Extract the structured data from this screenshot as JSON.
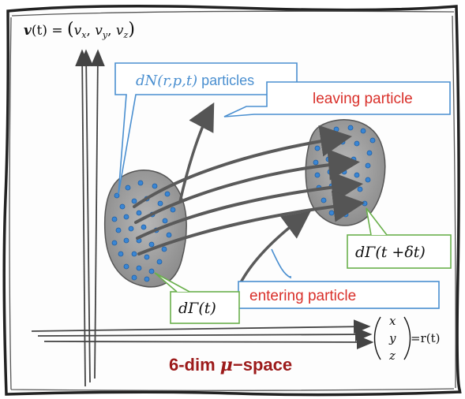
{
  "velocity_axis_label": "v(t) = (v_x, v_y, v_z)",
  "velocity_label": {
    "bold_v": "v",
    "paren_t": "(t) = ",
    "open": "(",
    "vx": "v",
    "vx_sub": "x",
    "comma1": ", ",
    "vy": "v",
    "vy_sub": "y",
    "comma2": ", ",
    "vz": "v",
    "vz_sub": "z",
    "close": ")"
  },
  "position_label": {
    "x": "x",
    "y": "y",
    "z": "z",
    "equals": "=r(t)"
  },
  "callouts": {
    "particles": {
      "math": "dN(r,p,t)",
      "text": " particles",
      "color": "#4a8fd0"
    },
    "leaving": {
      "text": "leaving particle",
      "color": "#d9302a"
    },
    "entering": {
      "text": "entering particle",
      "color": "#d9302a"
    },
    "gamma_t": {
      "text": "dΓ(t)",
      "color": "#6ab04c"
    },
    "gamma_t_dt": {
      "text": "dΓ(t +δt)",
      "color": "#6ab04c"
    }
  },
  "space_title": {
    "prefix": "6-dim ",
    "mu": "μ",
    "suffix": "−space",
    "color": "#9c1a1a"
  },
  "colors": {
    "blob": "#8c8c8c",
    "dot": "#3a86d4",
    "arrow": "#5a5a5a",
    "blue_border": "#4a8fd0",
    "red_border": "#4a8fd0",
    "green_border": "#6ab04c"
  }
}
